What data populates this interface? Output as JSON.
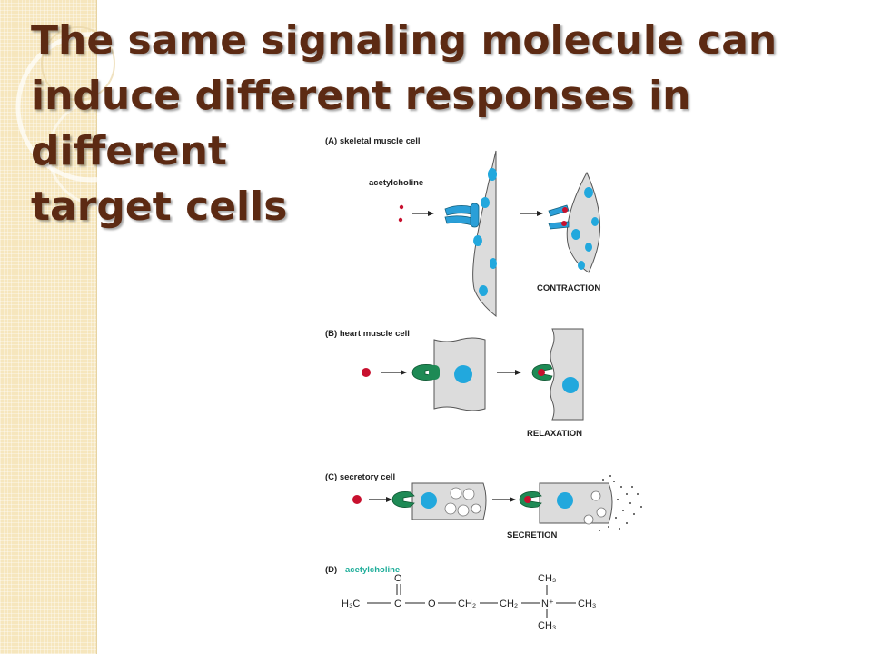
{
  "slide": {
    "title": "The same signaling molecule can\ninduce different responses in different\ntarget cells"
  },
  "figure": {
    "panel_a": {
      "label": "(A) skeletal muscle cell",
      "ligand_label": "acetylcholine",
      "response": "CONTRACTION"
    },
    "panel_b": {
      "label": "(B) heart muscle cell",
      "response": "RELAXATION"
    },
    "panel_c": {
      "label": "(C) secretory cell",
      "response": "SECRETION"
    },
    "panel_d": {
      "label_prefix": "(D)",
      "label_name": "acetylcholine",
      "formula": {
        "h3c": "H₃C",
        "carbon": "C",
        "oxygen_top": "O",
        "oxygen": "O",
        "ch2_a": "CH₂",
        "ch2_b": "CH₂",
        "nitrogen": "N⁺",
        "ch3_top": "CH₃",
        "ch3_right": "CH₃",
        "ch3_bottom": "CH₃"
      }
    }
  },
  "colors": {
    "title": "#5c2a13",
    "band": "#f6e6bd",
    "cell_fill": "#dcdcdc",
    "nucleus": "#22a8dd",
    "receptor_blue": "#2a9fd8",
    "receptor_green": "#1e8a55",
    "ligand": "#c8102e",
    "accent_label": "#1fae9a"
  }
}
